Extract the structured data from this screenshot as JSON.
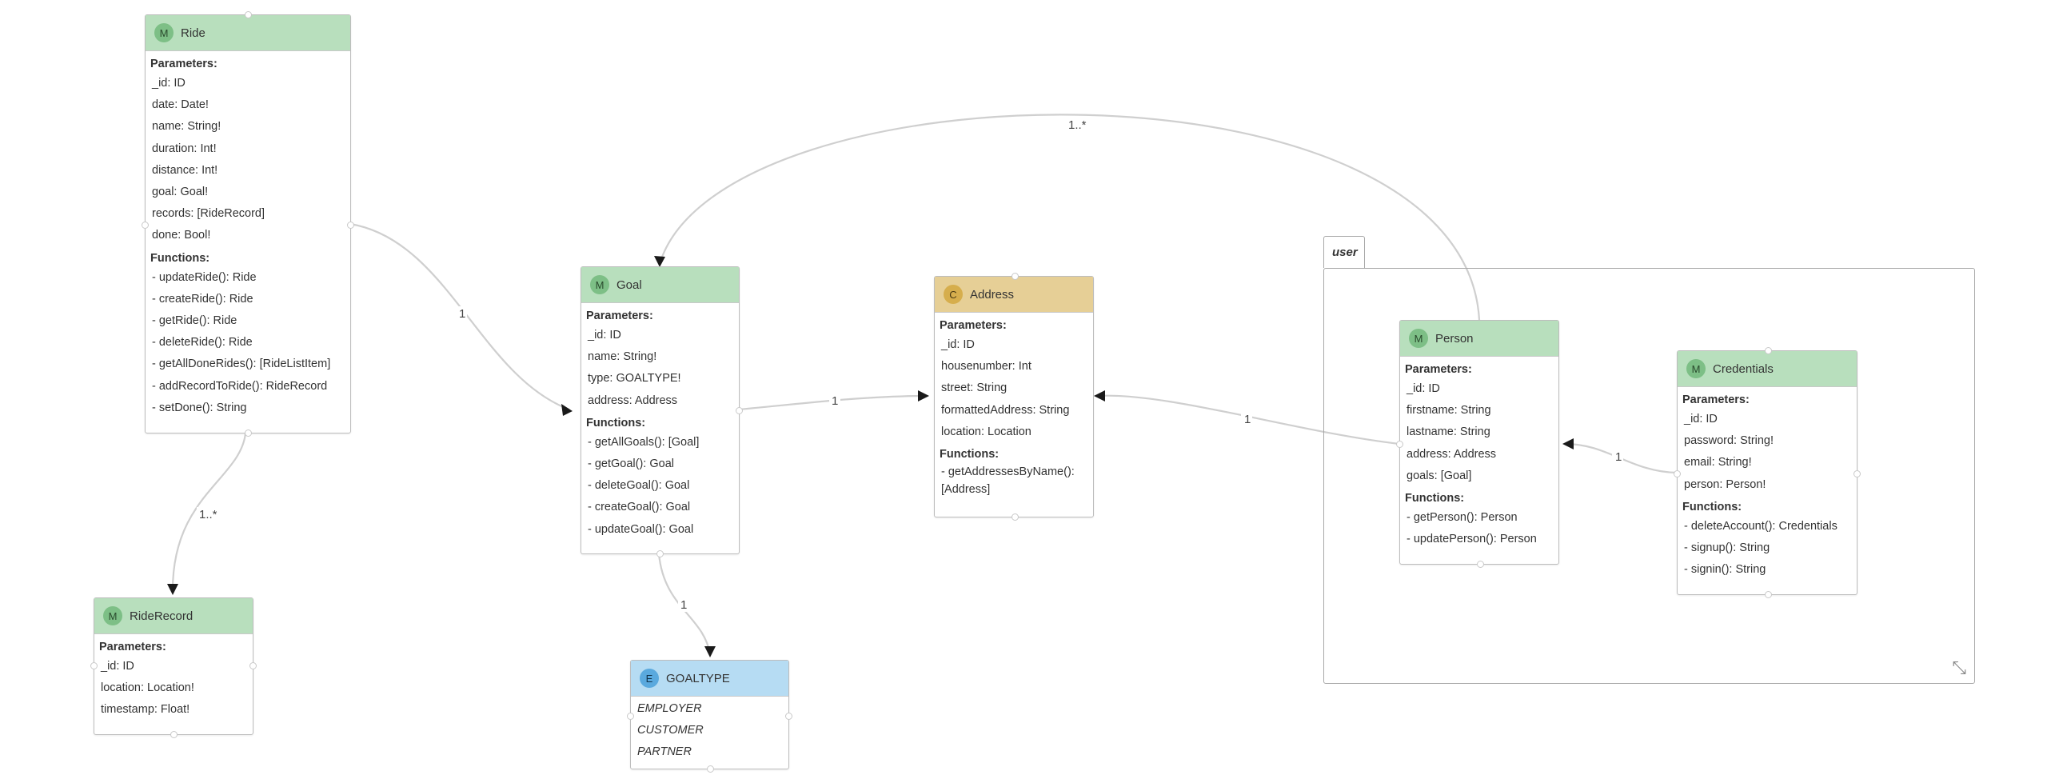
{
  "group": {
    "label": "user"
  },
  "nodes": {
    "ride": {
      "kind": "M",
      "title": "Ride",
      "params_label": "Parameters:",
      "params": [
        "_id: ID",
        "date: Date!",
        "name: String!",
        "duration: Int!",
        "distance: Int!",
        "goal: Goal!",
        "records: [RideRecord]",
        "done: Bool!"
      ],
      "funcs_label": "Functions:",
      "funcs": [
        "- updateRide(): Ride",
        "- createRide(): Ride",
        "- getRide(): Ride",
        "- deleteRide(): Ride",
        "- getAllDoneRides(): [RideListItem]",
        "- addRecordToRide(): RideRecord",
        "- setDone(): String"
      ]
    },
    "riderecord": {
      "kind": "M",
      "title": "RideRecord",
      "params_label": "Parameters:",
      "params": [
        "_id: ID",
        "location: Location!",
        "timestamp: Float!"
      ]
    },
    "goal": {
      "kind": "M",
      "title": "Goal",
      "params_label": "Parameters:",
      "params": [
        "_id: ID",
        "name: String!",
        "type: GOALTYPE!",
        "address: Address"
      ],
      "funcs_label": "Functions:",
      "funcs": [
        "- getAllGoals(): [Goal]",
        "- getGoal(): Goal",
        "- deleteGoal(): Goal",
        "- createGoal(): Goal",
        "- updateGoal(): Goal"
      ]
    },
    "goaltype": {
      "kind": "E",
      "title": "GOALTYPE",
      "values": [
        "EMPLOYER",
        "CUSTOMER",
        "PARTNER"
      ]
    },
    "address": {
      "kind": "C",
      "title": "Address",
      "params_label": "Parameters:",
      "params": [
        "_id: ID",
        "housenumber: Int",
        "street: String",
        "formattedAddress: String",
        "location: Location"
      ],
      "funcs_label": "Functions:",
      "funcs": [
        "- getAddressesByName(): [Address]"
      ]
    },
    "person": {
      "kind": "M",
      "title": "Person",
      "params_label": "Parameters:",
      "params": [
        "_id: ID",
        "firstname: String",
        "lastname: String",
        "address: Address",
        "goals: [Goal]"
      ],
      "funcs_label": "Functions:",
      "funcs": [
        "- getPerson(): Person",
        "- updatePerson(): Person"
      ]
    },
    "credentials": {
      "kind": "M",
      "title": "Credentials",
      "params_label": "Parameters:",
      "params": [
        "_id: ID",
        "password: String!",
        "email: String!",
        "person: Person!"
      ],
      "funcs_label": "Functions:",
      "funcs": [
        "- deleteAccount(): Credentials",
        "- signup(): String",
        "- signin(): String"
      ]
    }
  },
  "edges": [
    {
      "id": "ride-goal",
      "label": "1"
    },
    {
      "id": "ride-riderecord",
      "label": "1..*"
    },
    {
      "id": "goal-address",
      "label": "1"
    },
    {
      "id": "goal-goaltype",
      "label": "1"
    },
    {
      "id": "person-address",
      "label": "1"
    },
    {
      "id": "credentials-person",
      "label": "1"
    },
    {
      "id": "person-goal",
      "label": "1..*"
    }
  ],
  "icons": {
    "resize": "expand-arrows-icon"
  }
}
